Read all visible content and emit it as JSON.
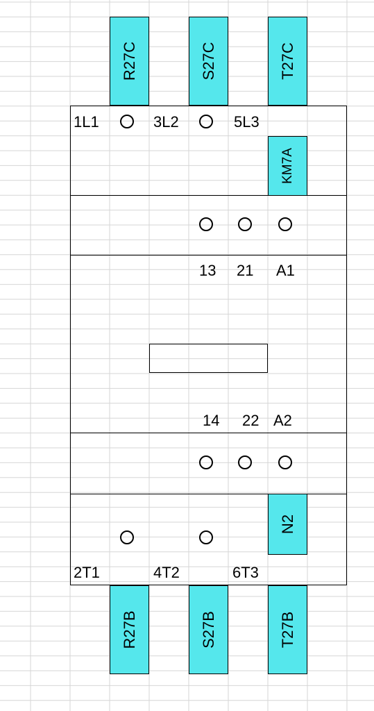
{
  "top_tags": [
    "R27C",
    "S27C",
    "T27C"
  ],
  "bottom_tags": [
    "R27B",
    "S27B",
    "T27B"
  ],
  "coil_tag": "KM7A",
  "neutral_tag": "N2",
  "line_terminals": [
    "1L1",
    "3L2",
    "5L3"
  ],
  "load_terminals": [
    "2T1",
    "4T2",
    "6T3"
  ],
  "aux_top": [
    "13",
    "21",
    "A1"
  ],
  "aux_bottom": [
    "14",
    "22",
    "A2"
  ],
  "colors": {
    "tag_fill": "#55e7ec",
    "grid": "#d6d6d6",
    "line": "#000000"
  }
}
